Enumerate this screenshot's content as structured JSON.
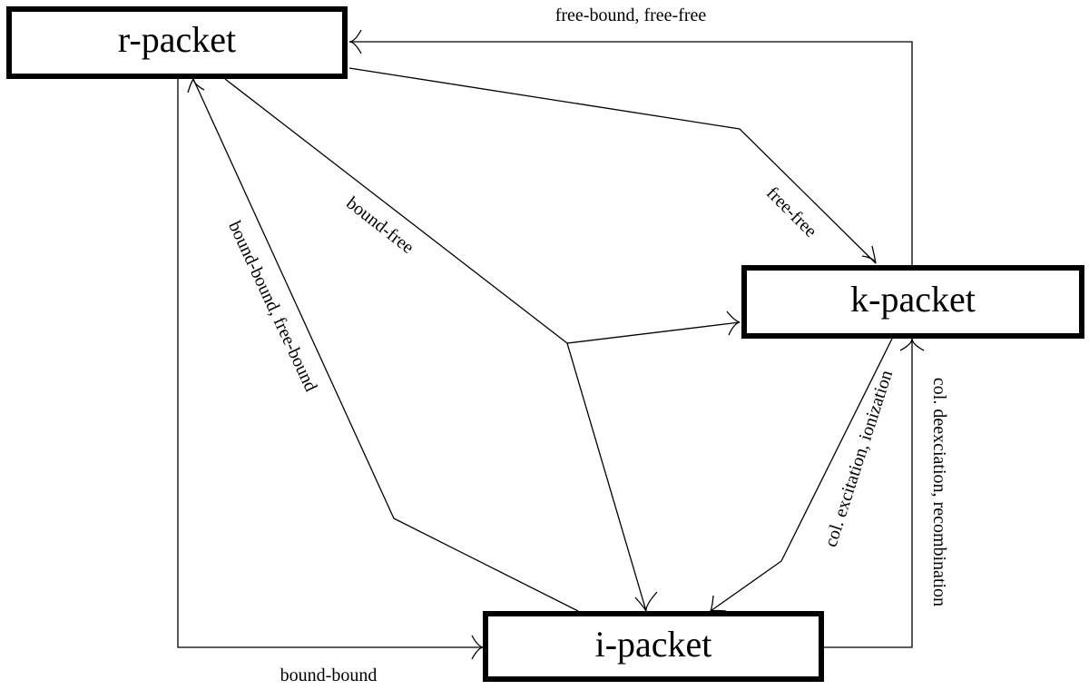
{
  "nodes": {
    "r_packet": "r-packet",
    "k_packet": "k-packet",
    "i_packet": "i-packet"
  },
  "edges": {
    "k_to_r": "free-bound, free-free",
    "r_to_k": "free-free",
    "r_split": "bound-free",
    "i_to_r": "bound-bound, free-bound",
    "r_to_i": "bound-bound",
    "k_to_i": "col. excitation, ionization",
    "i_to_k": "col. deexciation, recombination"
  }
}
